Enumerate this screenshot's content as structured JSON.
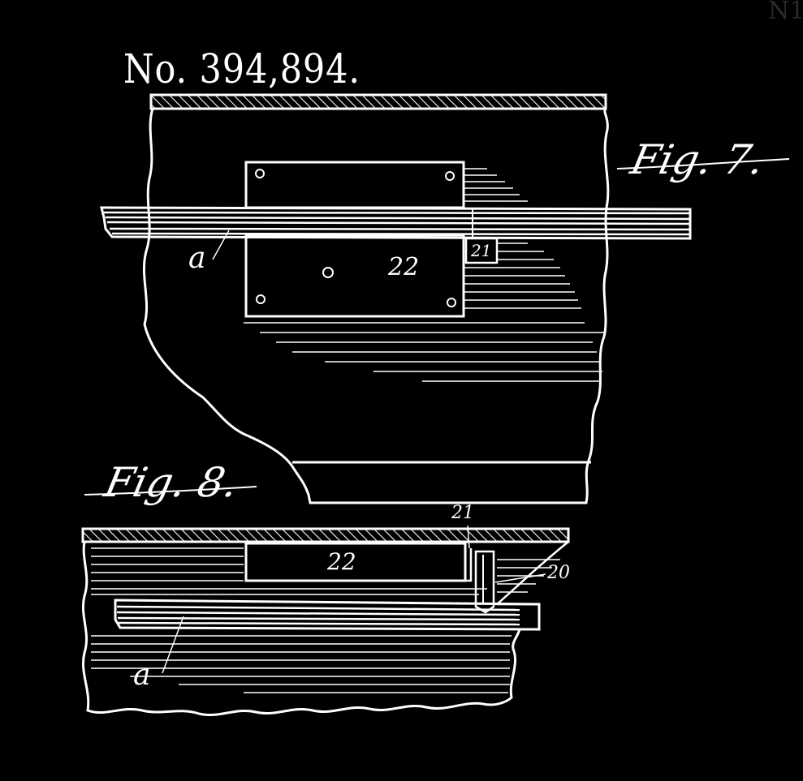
{
  "header": {
    "patent_number": "No. 394,894.",
    "corner_ghost": "N1"
  },
  "figure7": {
    "label": "Fig. 7.",
    "rail_ref": "a",
    "plate_ref": "22",
    "block_ref": "21"
  },
  "figure8": {
    "label": "Fig. 8.",
    "rail_ref": "a",
    "plate_ref": "22",
    "pin_ref_21": "21",
    "pin_ref_20": "20"
  },
  "colors": {
    "ink": "#ffffff",
    "ground": "#000000"
  }
}
